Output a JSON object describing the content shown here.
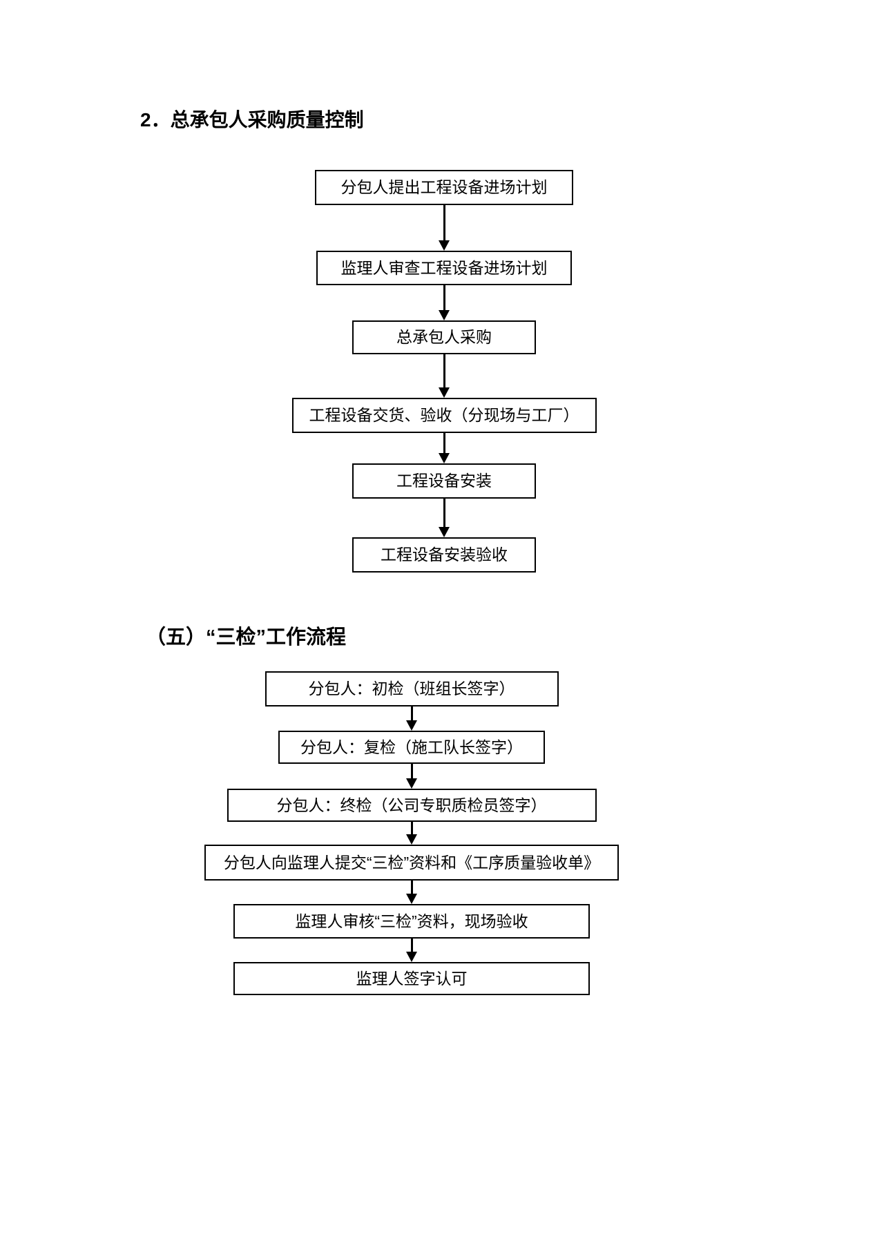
{
  "doc": {
    "sections": [
      {
        "heading": "2．总承包人采购质量控制",
        "flowchart": {
          "type": "top-down-flow",
          "nodes": [
            "分包人提出工程设备进场计划",
            "监理人审查工程设备进场计划",
            "总承包人采购",
            "工程设备交货、验收（分现场与工厂）",
            "工程设备安装",
            "工程设备安装验收"
          ]
        }
      },
      {
        "heading": "（五）“三检”工作流程",
        "flowchart": {
          "type": "top-down-flow",
          "nodes": [
            "分包人：初检（班组长签字）",
            "分包人：复检（施工队长签字）",
            "分包人：终检（公司专职质检员签字）",
            "分包人向监理人提交“三检”资料和《工序质量验收单》",
            "监理人审核“三检”资料，现场验收",
            "监理人签字认可"
          ]
        }
      }
    ]
  },
  "colors": {
    "background": "#ffffff",
    "text": "#000000",
    "node_border": "#000000",
    "arrow": "#000000"
  }
}
